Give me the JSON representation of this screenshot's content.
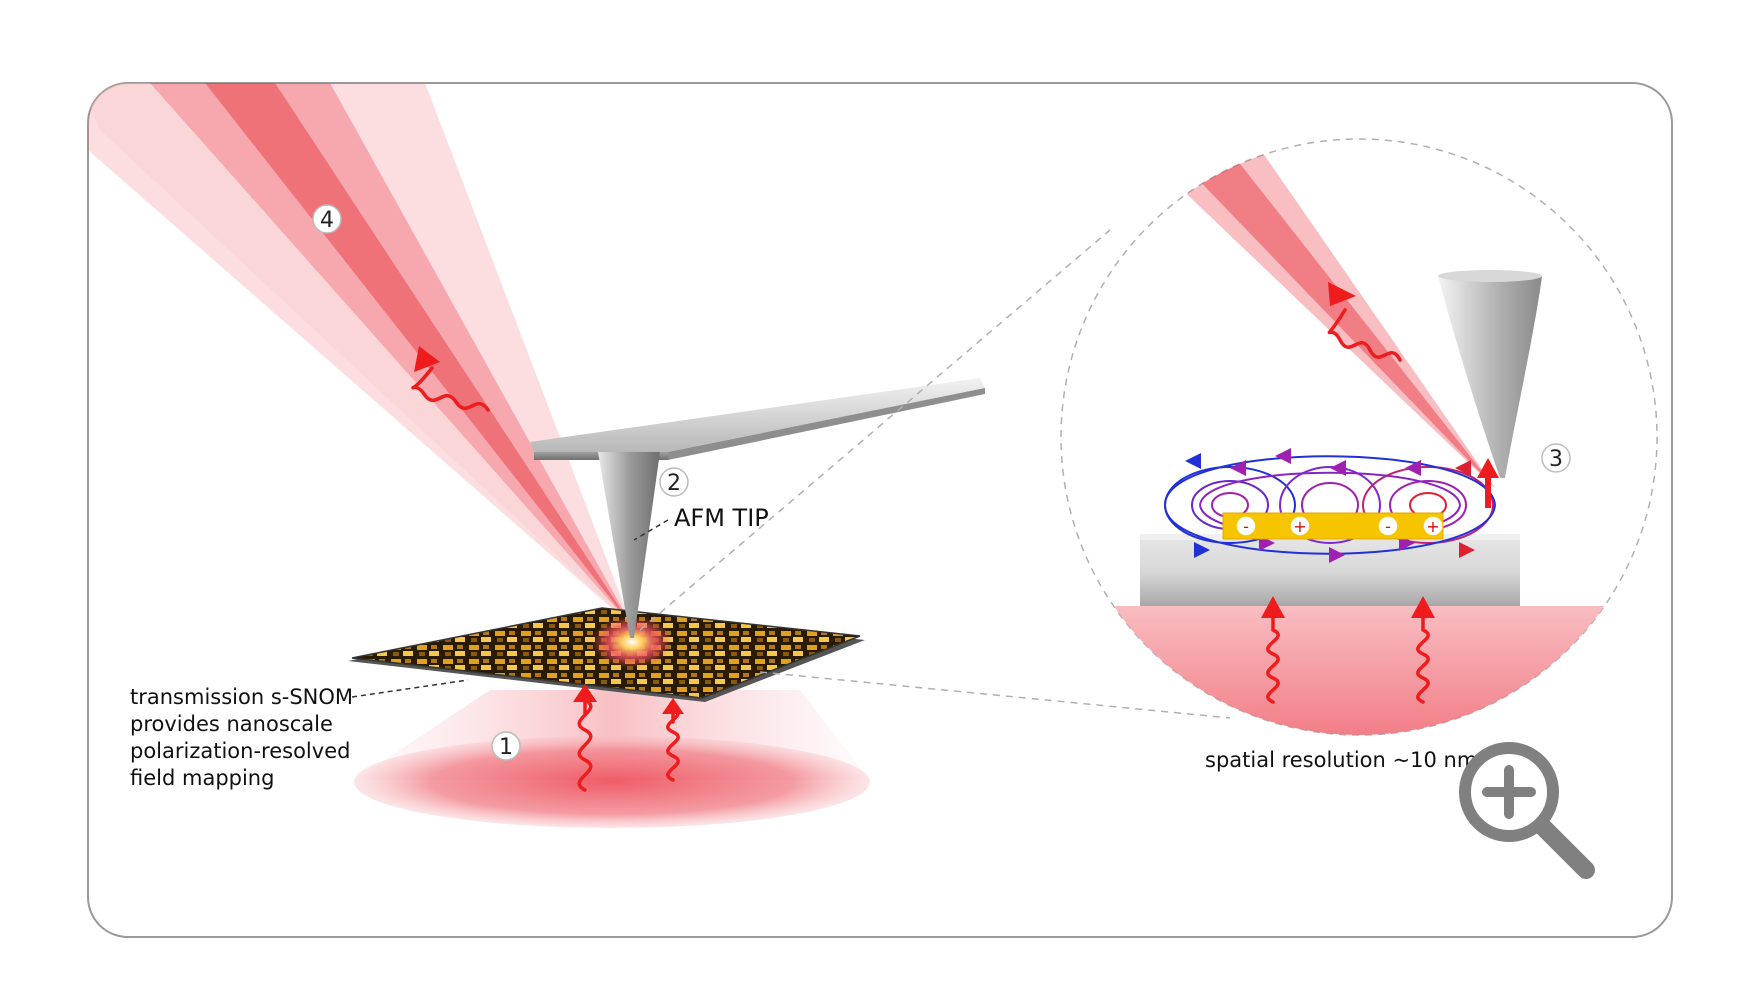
{
  "labels": {
    "afm_tip": "AFM TIP",
    "tsnom_line1": "transmission s-SNOM",
    "tsnom_line2": "provides nanoscale",
    "tsnom_line3": "polarization-resolved",
    "tsnom_line4": "field mapping",
    "spatial_resolution": "spatial resolution ~10 nm"
  },
  "steps": [
    "1",
    "2",
    "3",
    "4"
  ],
  "charges": [
    "-",
    "+",
    "-",
    "+"
  ],
  "icons": {
    "zoom": "zoom-in-magnifier-icon"
  },
  "colors": {
    "beam_red": "#e8303a",
    "wave_red": "#ee1c1c",
    "gold": "#f7c400",
    "field_blue": "#2230d8",
    "field_purple": "#a020b0",
    "field_red": "#e02030",
    "frame_gray": "#9a9a9a",
    "icon_gray": "#808080"
  }
}
